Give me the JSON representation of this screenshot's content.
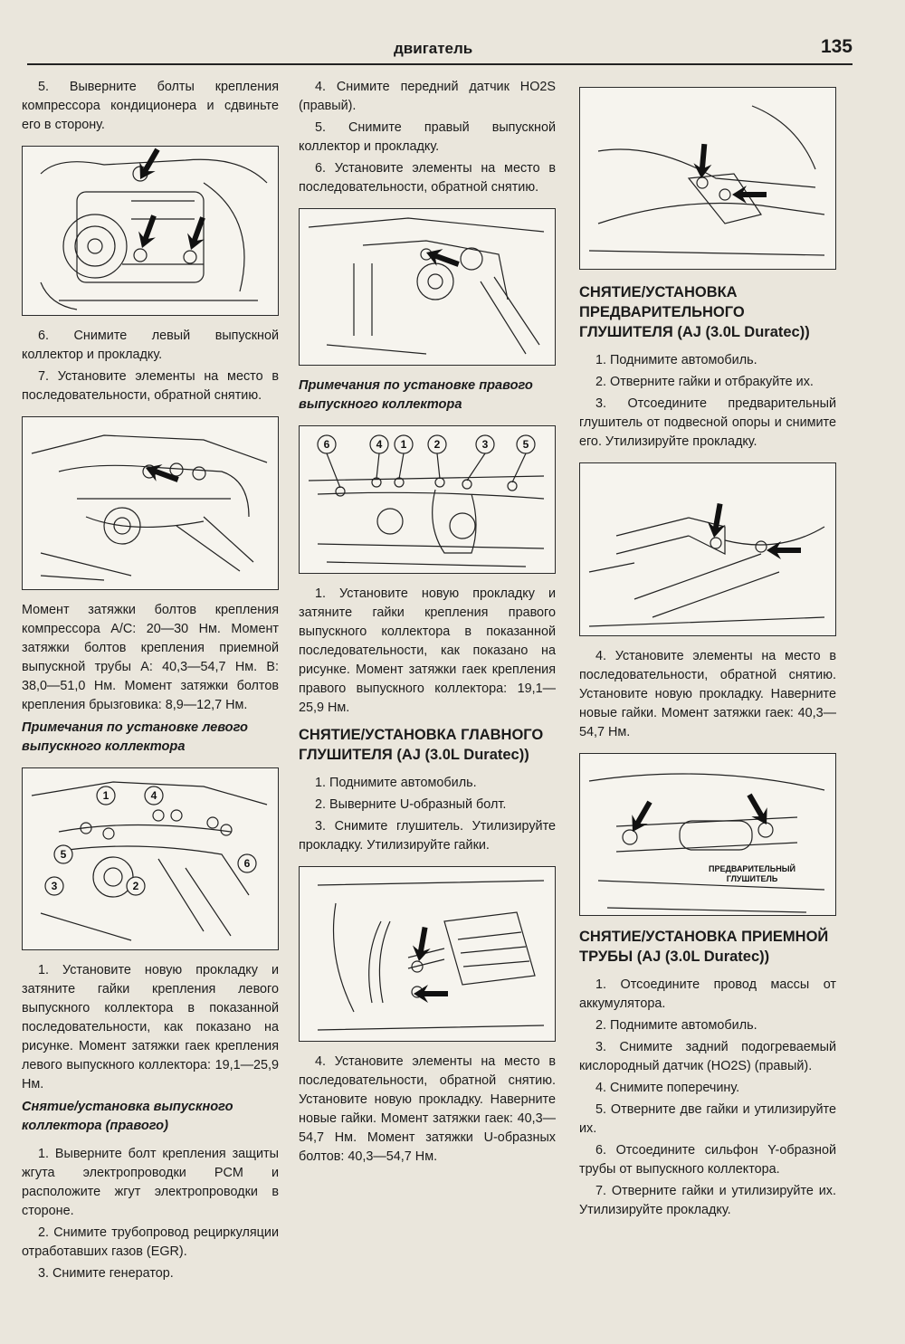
{
  "header": {
    "section": "двигатель",
    "page_number": "135"
  },
  "column1": {
    "p1": "5. Выверните болты крепления компрессора кондиционера и сдвиньте его в сторону.",
    "p2": "6. Снимите левый выпускной коллектор и прокладку.",
    "p3": "7. Установите элементы на место в последовательности, обратной снятию.",
    "p4": "Момент затяжки болтов крепления компрессора A/C: 20—30 Нм. Момент затяжки болтов крепления приемной выпускной трубы А: 40,3—54,7 Нм. В: 38,0—51,0 Нм. Момент затяжки болтов крепления брызговика: 8,9—12,7 Нм.",
    "subhead1": "Примечания по установке левого выпускного коллектора",
    "p5": "1. Установите новую прокладку и затяните гайки крепления левого выпускного коллектора в показанной последовательности, как показано на рисунке. Момент затяжки гаек крепления левого выпускного коллектора: 19,1—25,9 Нм.",
    "subhead2": "Снятие/установка выпускного коллектора (правого)",
    "p6": "1. Выверните болт крепления защиты жгута электропроводки PCM и расположите жгут электропроводки в стороне.",
    "p7": "2. Снимите трубопровод рециркуляции отработавших газов (EGR).",
    "p8": "3. Снимите генератор.",
    "fig3_numbers": [
      "1",
      "2",
      "3",
      "4",
      "5",
      "6"
    ]
  },
  "column2": {
    "p1": "4. Снимите передний датчик HO2S (правый).",
    "p2": "5. Снимите правый выпускной коллектор и прокладку.",
    "p3": "6. Установите элементы на место в последовательности, обратной снятию.",
    "subhead1": "Примечания по установке правого выпускного коллектора",
    "fig5_numbers": [
      "6",
      "4",
      "1",
      "2",
      "3",
      "5"
    ],
    "p4": "1. Установите новую прокладку и затяните гайки крепления правого выпускного коллектора в показанной последовательности, как показано на рисунке. Момент затяжки гаек крепления правого выпускного коллектора: 19,1—25,9 Нм.",
    "heading1": "СНЯТИЕ/УСТАНОВКА ГЛАВНОГО ГЛУШИТЕЛЯ (AJ (3.0L Duratec))",
    "p5": "1. Поднимите автомобиль.",
    "p6": "2. Выверните U-образный болт.",
    "p7": "3. Снимите глушитель. Утилизируйте прокладку. Утилизируйте гайки.",
    "p8": "4. Установите элементы на место в последовательности, обратной снятию. Установите новую прокладку. Наверните новые гайки. Момент затяжки гаек: 40,3—54,7 Нм. Момент затяжки U-образных болтов: 40,3—54,7 Нм."
  },
  "column3": {
    "heading1": "СНЯТИЕ/УСТАНОВКА ПРЕДВАРИТЕЛЬНОГО ГЛУШИТЕЛЯ (AJ (3.0L Duratec))",
    "p1": "1. Поднимите автомобиль.",
    "p2": "2. Отверните гайки и отбракуйте их.",
    "p3": "3. Отсоедините предварительный глушитель от подвесной опоры и снимите его. Утилизируйте прокладку.",
    "p4": "4. Установите элементы на место в последовательности, обратной снятию. Установите новую прокладку. Наверните новые гайки. Момент затяжки гаек: 40,3—54,7 Нм.",
    "fig9_label_line1": "ПРЕДВАРИТЕЛЬНЫЙ",
    "fig9_label_line2": "ГЛУШИТЕЛЬ",
    "heading2": "СНЯТИЕ/УСТАНОВКА ПРИЕМНОЙ ТРУБЫ (AJ (3.0L Duratec))",
    "p5": "1. Отсоедините провод массы от аккумулятора.",
    "p6": "2. Поднимите автомобиль.",
    "p7": "3. Снимите задний подогреваемый кислородный датчик (HO2S) (правый).",
    "p8": "4. Снимите поперечину.",
    "p9": "5. Отверните две гайки и утилизируйте их.",
    "p10": "6. Отсоедините сильфон Y-образной трубы от выпускного коллектора.",
    "p11": "7. Отверните гайки и утилизируйте их. Утилизируйте прокладку."
  }
}
